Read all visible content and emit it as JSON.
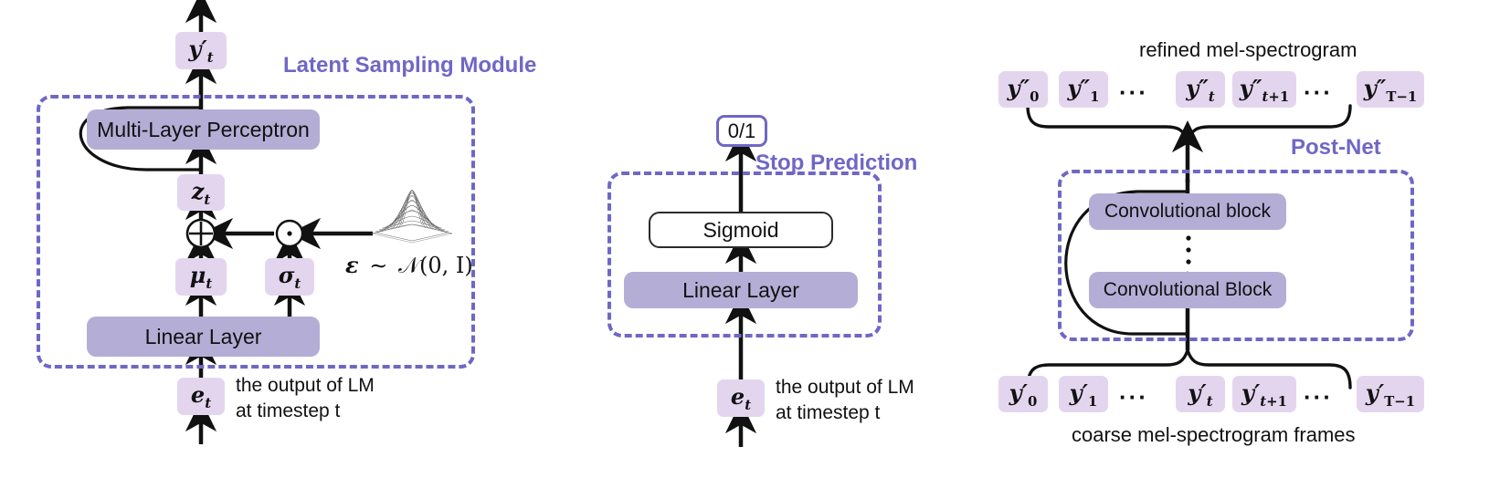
{
  "figure": {
    "type": "neural-network-architecture-diagram",
    "background": "#ffffff",
    "colors": {
      "module_purple": "#6f67c6",
      "block_fill": "#b4aed6",
      "token_fill": "#e4d5ef",
      "line": "#111111"
    }
  },
  "panel_latent": {
    "module_label": "Latent Sampling Module",
    "output_token": "y′t",
    "mlp_block": "Multi-Layer Perceptron",
    "latent_token": "zt",
    "add_operator": "⊕",
    "mul_operator": "⊙",
    "mu_token": "μt",
    "sigma_token": "σt",
    "linear_block": "Linear Layer",
    "input_token": "et",
    "noise_label_eps": "ε",
    "noise_label_rel": "∼",
    "noise_label_dist": "𝒩(0, I)",
    "noise_icon": "gaussian-surface-icon",
    "input_caption_line1": "the output of  LM",
    "input_caption_line2": "at timestep t"
  },
  "panel_stop": {
    "module_label": "Stop Prediction",
    "output_value": "0/1",
    "sigmoid_block": "Sigmoid",
    "linear_block": "Linear Layer",
    "input_token": "et",
    "input_caption_line1": "the output of  LM",
    "input_caption_line2": "at timestep t"
  },
  "panel_postnet": {
    "module_label": "Post-Net",
    "top_caption": "refined mel-spectrogram",
    "bottom_caption": "coarse mel-spectrogram frames",
    "conv_block_top": "Convolutional block",
    "conv_block_bottom": "Convolutional Block",
    "vertical_ellipsis": "⋮",
    "refined_tokens": [
      "y″0",
      "y″1",
      "···",
      "y″t",
      "y″t+1",
      "···",
      "y″T−1"
    ],
    "coarse_tokens": [
      "y′0",
      "y′1",
      "···",
      "y′t",
      "y′t+1",
      "···",
      "y′T−1"
    ]
  }
}
